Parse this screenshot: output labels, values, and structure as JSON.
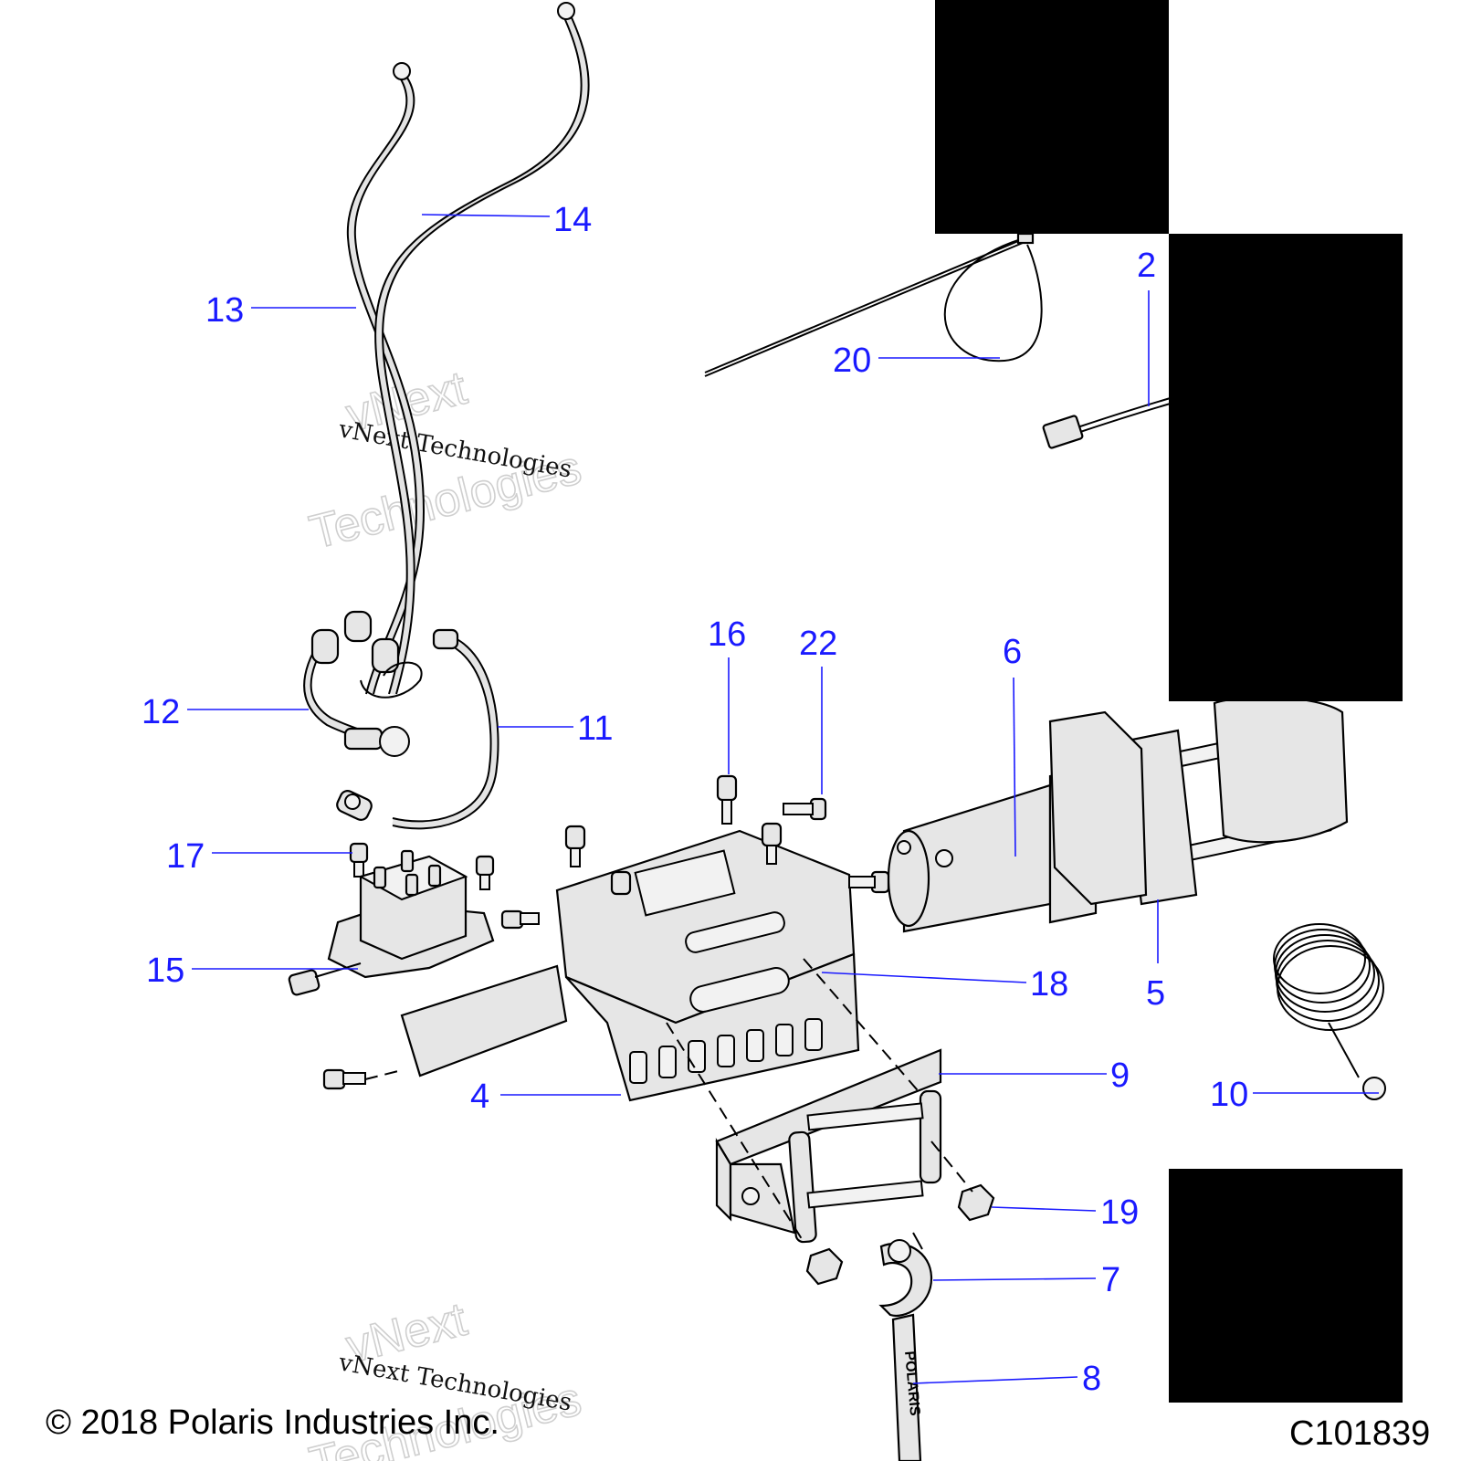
{
  "diagram": {
    "callouts": {
      "c2": "2",
      "c4": "4",
      "c5": "5",
      "c6": "6",
      "c7": "7",
      "c8": "8",
      "c9": "9",
      "c10": "10",
      "c11": "11",
      "c12": "12",
      "c13": "13",
      "c14": "14",
      "c15": "15",
      "c16": "16",
      "c17": "17",
      "c18": "18",
      "c19": "19",
      "c20": "20",
      "c22": "22"
    },
    "watermark_text": "vNext Technologies",
    "watermark_outline_line1": "vNext",
    "watermark_outline_line2": "Technologies",
    "strap_logo": "POLARIS",
    "copyright": "© 2018 Polaris Industries Inc.",
    "figure_id": "C101839"
  },
  "colors": {
    "callout": "#1a1aff",
    "line_art": "#000000",
    "part_fill": "#e6e6e6",
    "redaction": "#000000"
  }
}
